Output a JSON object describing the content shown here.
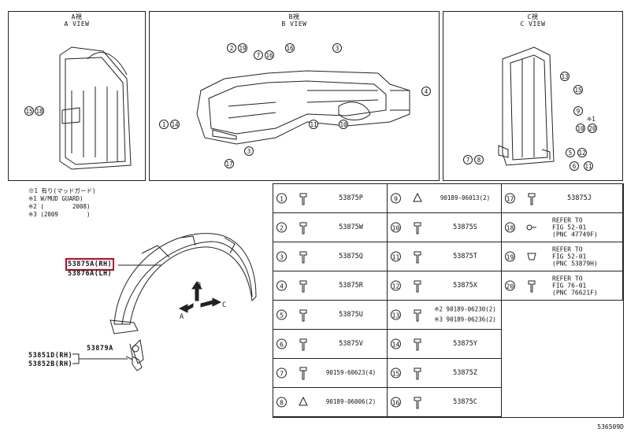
{
  "views": {
    "a": {
      "title_jp": "A視",
      "title_en": "A VIEW"
    },
    "b": {
      "title_jp": "B視",
      "title_en": "B VIEW"
    },
    "c": {
      "title_jp": "C視",
      "title_en": "C VIEW"
    }
  },
  "notes": {
    "line1": "※1 有り(マッドガード)",
    "line2": "※1 W/MUD GUARD)",
    "line3": "※2 (        2008)",
    "line4": "※3 (2009        )"
  },
  "callouts": {
    "main_rh": "53875A(RH)",
    "main_lh": "53876A(LH)",
    "bracket_rh": "53851D(RH)",
    "bracket_lh": "53852B(RH)",
    "screw": "53879A"
  },
  "arrows": {
    "a": "A",
    "b": "B",
    "c": "C"
  },
  "view_callouts": {
    "a": [
      "15",
      "18"
    ],
    "b": [
      "2",
      "19",
      "7",
      "16",
      "16",
      "3",
      "4",
      "1",
      "14",
      "11",
      "10",
      "3",
      "17"
    ],
    "c": [
      "13",
      "15",
      "9",
      "※1",
      "10",
      "20",
      "5",
      "12",
      "7",
      "8",
      "6",
      "11"
    ]
  },
  "parts_table": {
    "col1": [
      {
        "num": "1",
        "part": "53875P"
      },
      {
        "num": "2",
        "part": "53875W"
      },
      {
        "num": "3",
        "part": "53875Q"
      },
      {
        "num": "4",
        "part": "53875R"
      },
      {
        "num": "5",
        "part": "53875U"
      },
      {
        "num": "6",
        "part": "53875V"
      },
      {
        "num": "7",
        "part": "90159-60623(4)"
      },
      {
        "num": "8",
        "part": "90189-06006(2)"
      }
    ],
    "col2": [
      {
        "num": "9",
        "part": "90189-06013(2)"
      },
      {
        "num": "10",
        "part": "53875S"
      },
      {
        "num": "11",
        "part": "53875T"
      },
      {
        "num": "12",
        "part": "53875X"
      },
      {
        "num": "13",
        "part_a": "※2 90189-06230(2)",
        "part_b": "※3 90189-06236(2)"
      },
      {
        "num": "14",
        "part": "53875Y"
      },
      {
        "num": "15",
        "part": "53875Z"
      },
      {
        "num": "16",
        "part": "53875C"
      }
    ],
    "col3": [
      {
        "num": "17",
        "part": "53875J"
      },
      {
        "num": "18",
        "ref": "REFER TO\nFIG 52-01\n(PNC 47749F)"
      },
      {
        "num": "19",
        "ref": "REFER TO\nFIG 52-01\n(PNC 53879H)"
      },
      {
        "num": "20",
        "ref": "REFER TO\nFIG 76-01\n(PNC 76621F)"
      }
    ]
  },
  "footer": "536509D"
}
